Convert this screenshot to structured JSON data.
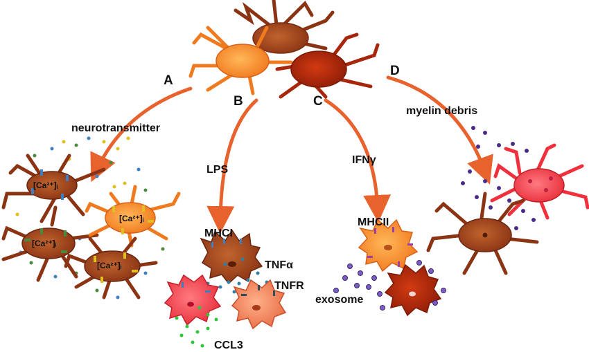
{
  "pathway_labels": {
    "a": "A",
    "b": "B",
    "c": "C",
    "d": "D"
  },
  "stimulus_labels": {
    "neurotransmitter": "neurotransmitter",
    "lps": "LPS",
    "ifn": "IFNγ",
    "myelin": "myelin debris"
  },
  "molecule_labels": {
    "mhci": "MHCI",
    "tnfa": "TNFα",
    "tnfr": "TNFR",
    "ccl3": "CCL3",
    "mhcii": "MHCII",
    "exosome": "exosome"
  },
  "calcium_label": "[Ca²⁺]ᵢ",
  "colors": {
    "arrow": "#e8622e",
    "orange_cell": "#f7923a",
    "brown_cell": "#a0411c",
    "red_cell": "#f0454f",
    "dark_red_cell": "#b32a10",
    "receptor_blue": "#3d7fc1",
    "receptor_green": "#4b8a3c",
    "receptor_yellow": "#e0c020",
    "receptor_purple": "#9b3fa6",
    "exosome": "#7d5cc4"
  }
}
